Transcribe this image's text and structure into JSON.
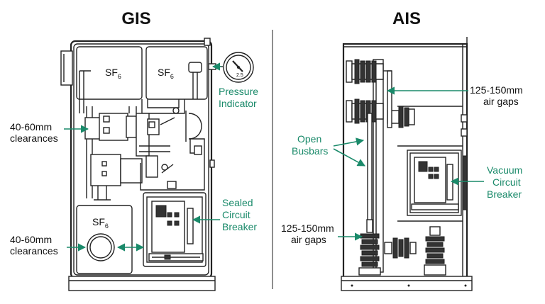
{
  "titles": {
    "gis": "GIS",
    "ais": "AIS"
  },
  "gis": {
    "sf6_label": "SF",
    "sf6_sub": "6",
    "gauge": {
      "scale_label": "2.5"
    },
    "labels": {
      "clearances_top": [
        "40-60mm",
        "clearances"
      ],
      "clearances_bottom": [
        "40-60mm",
        "clearances"
      ],
      "pressure_indicator": [
        "Pressure",
        "Indicator"
      ],
      "sealed_breaker": [
        "Sealed",
        "Circuit",
        "Breaker"
      ]
    }
  },
  "ais": {
    "labels": {
      "air_gaps_top": [
        "125-150mm",
        "air gaps"
      ],
      "air_gaps_bottom": [
        "125-150mm",
        "air gaps"
      ],
      "open_busbars": [
        "Open",
        "Busbars"
      ],
      "vacuum_breaker": [
        "Vacuum",
        "Circuit",
        "Breaker"
      ]
    }
  },
  "colors": {
    "callout_green": "#1a8a6a",
    "text_black": "#111111",
    "line": "#222222"
  }
}
